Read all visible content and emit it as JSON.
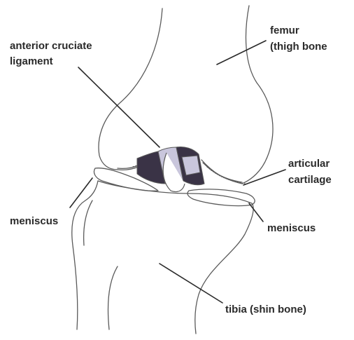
{
  "labels": {
    "acl_line1": "anterior cruciate",
    "acl_line2": "ligament",
    "femur_line1": "femur",
    "femur_line2": "(thigh bone",
    "cartilage_line1": "articular",
    "cartilage_line2": "cartilage",
    "meniscus_left": "meniscus",
    "meniscus_right": "meniscus",
    "tibia": "tibia (shin bone)"
  },
  "colors": {
    "outline": "#5a5a5a",
    "ligament_dark": "#3a3346",
    "ligament_light": "#c9c6dc",
    "text": "#2a2a2a"
  }
}
